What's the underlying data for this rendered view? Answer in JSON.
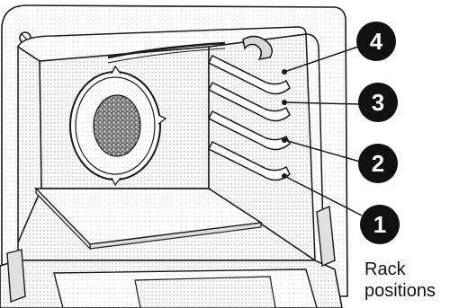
{
  "diagram": {
    "caption": {
      "line1": "Rack",
      "line2": "positions"
    },
    "rack_positions": [
      {
        "number": "4"
      },
      {
        "number": "3"
      },
      {
        "number": "2"
      },
      {
        "number": "1"
      }
    ]
  },
  "colors": {
    "line": "#1a1a1a",
    "badge": "#111111",
    "stipple": "#b8b8b8",
    "background": "#ffffff"
  },
  "icons": {
    "fan": "convection-fan-icon",
    "badge": "numbered-circle-badge"
  }
}
